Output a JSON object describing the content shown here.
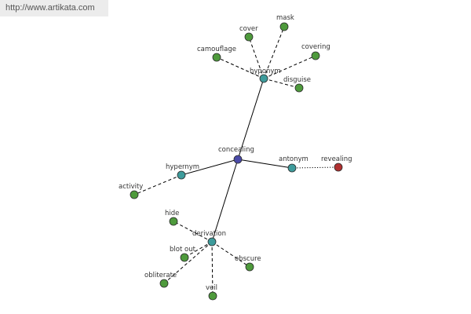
{
  "watermark": {
    "url": "http://www.artikata.com"
  },
  "colors": {
    "center": "#4a4aa8",
    "relation": "#3d9b9b",
    "word": "#4e9a3c",
    "antonym_word": "#b03030"
  },
  "graph": {
    "center": {
      "label": "concealing"
    },
    "relations": {
      "hyponym": {
        "label": "hyponym",
        "words": [
          "cover",
          "mask",
          "camouflage",
          "covering",
          "disguise"
        ]
      },
      "hypernym": {
        "label": "hypernym",
        "words": [
          "activity"
        ]
      },
      "antonym": {
        "label": "antonym",
        "words": [
          "revealing"
        ]
      },
      "derivation": {
        "label": "derivation",
        "words": [
          "hide",
          "blot out",
          "obscure",
          "obliterate",
          "veil"
        ]
      }
    }
  }
}
